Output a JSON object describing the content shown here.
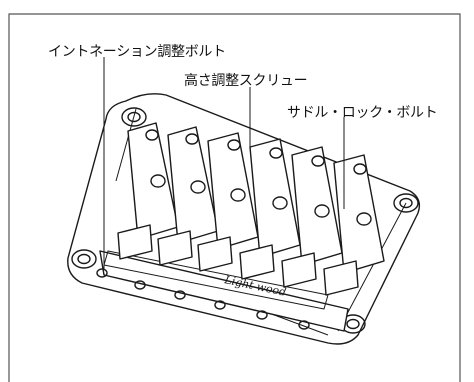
{
  "diagram": {
    "labels": {
      "intonation_bolt": "イントネーション調整ボルト",
      "height_screw": "高さ調整スクリュー",
      "saddle_lock_bolt": "サドル・ロック・ボルト"
    },
    "engraving": "Light wood",
    "colors": {
      "line": "#1a1a1a",
      "frame": "#555555"
    }
  }
}
